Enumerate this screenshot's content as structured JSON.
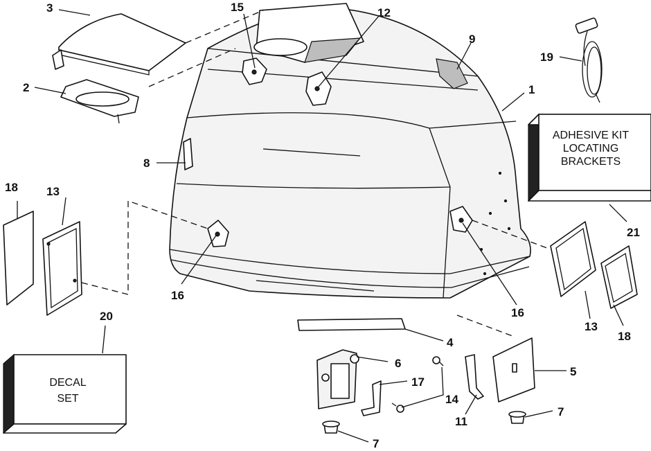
{
  "callouts": {
    "n1": "1",
    "n2": "2",
    "n3": "3",
    "n4": "4",
    "n5": "5",
    "n6": "6",
    "n7a": "7",
    "n7b": "7",
    "n8": "8",
    "n9": "9",
    "n11": "11",
    "n12": "12",
    "n13a": "13",
    "n13b": "13",
    "n14": "14",
    "n15": "15",
    "n16a": "16",
    "n16b": "16",
    "n17": "17",
    "n18a": "18",
    "n18b": "18",
    "n19": "19",
    "n20": "20",
    "n21": "21"
  },
  "kit_box": {
    "line1": "ADHESIVE KIT",
    "line2": "LOCATING",
    "line3": "BRACKETS"
  },
  "decal_box": {
    "line1": "DECAL",
    "line2": "SET"
  }
}
